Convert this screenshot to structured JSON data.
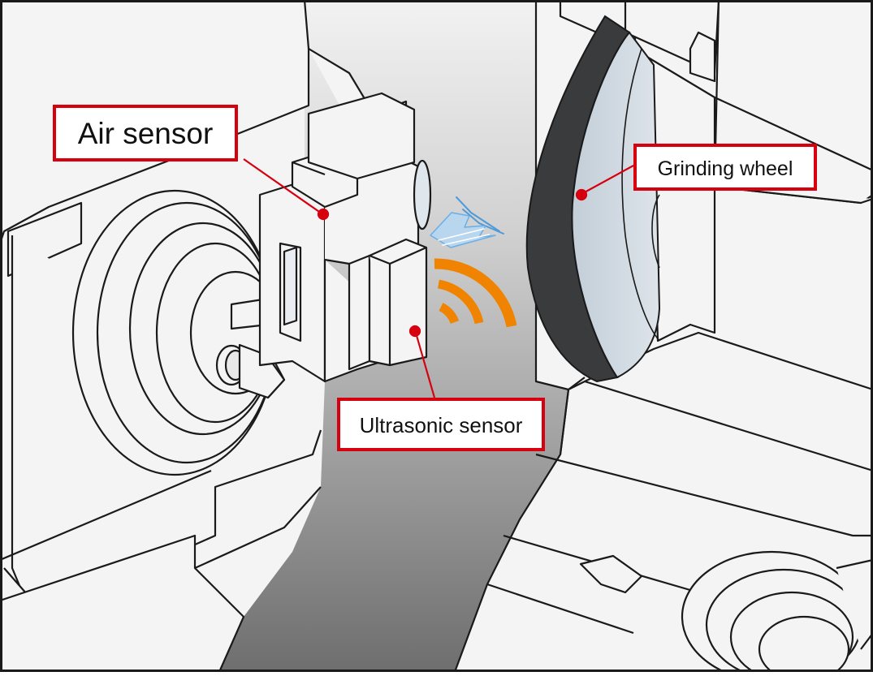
{
  "labels": {
    "air_sensor": "Air sensor",
    "grinding_wheel": "Grinding wheel",
    "ultrasonic_sensor": "Ultrasonic sensor"
  },
  "colors": {
    "callout_border": "#d7000f",
    "leader_line": "#d7000f",
    "wheel_face": "#ccd6df",
    "wheel_rim": "#3a3b3d",
    "ultrasonic_wave": "#f08300",
    "air_flow": "#9fc7e8",
    "machine_outline": "#1a1a1a",
    "machine_fill": "#f4f4f4"
  }
}
